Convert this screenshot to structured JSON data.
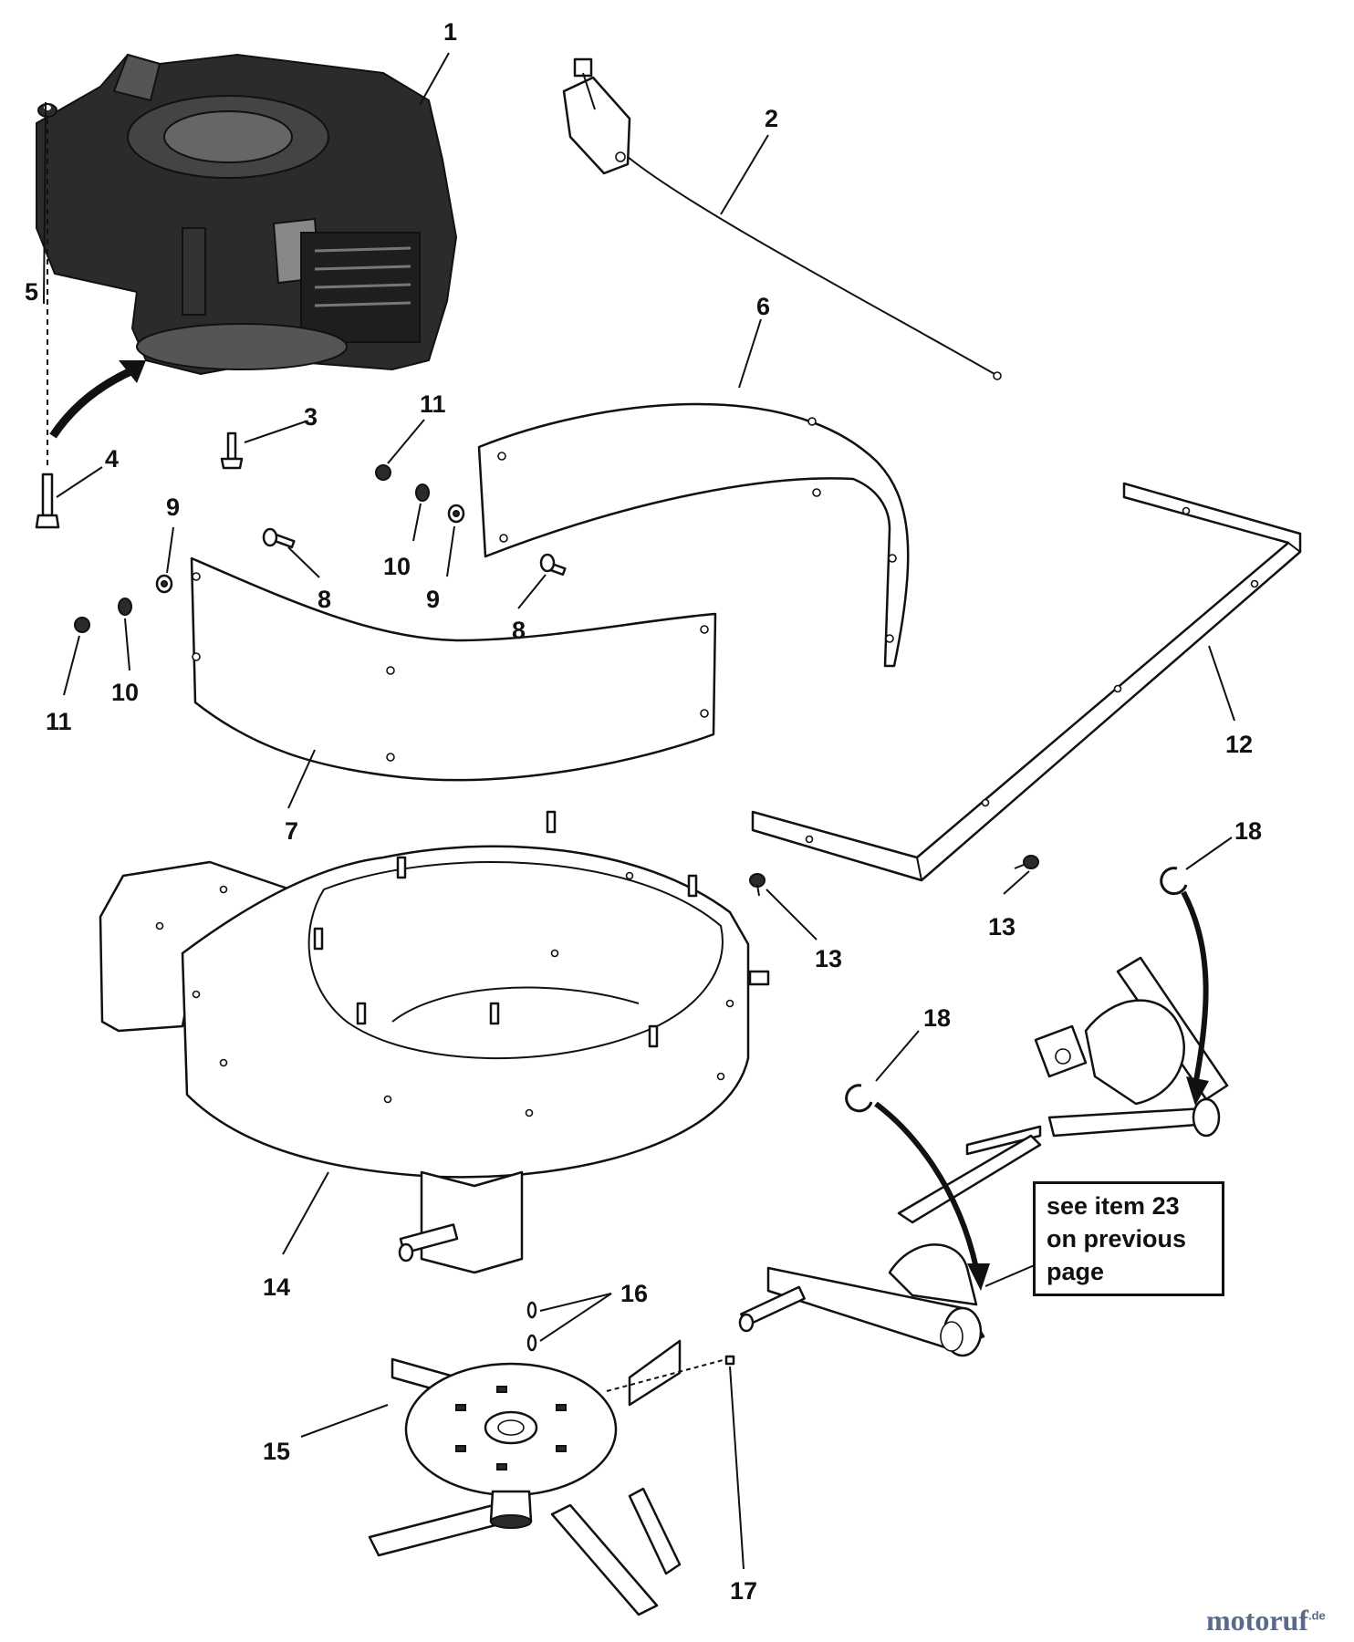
{
  "callouts": [
    {
      "id": "1",
      "label": "1"
    },
    {
      "id": "2",
      "label": "2"
    },
    {
      "id": "3",
      "label": "3"
    },
    {
      "id": "4",
      "label": "4"
    },
    {
      "id": "5",
      "label": "5"
    },
    {
      "id": "6",
      "label": "6"
    },
    {
      "id": "7",
      "label": "7"
    },
    {
      "id": "8a",
      "label": "8"
    },
    {
      "id": "8b",
      "label": "8"
    },
    {
      "id": "9a",
      "label": "9"
    },
    {
      "id": "9b",
      "label": "9"
    },
    {
      "id": "10a",
      "label": "10"
    },
    {
      "id": "10b",
      "label": "10"
    },
    {
      "id": "11a",
      "label": "11"
    },
    {
      "id": "11b",
      "label": "11"
    },
    {
      "id": "12",
      "label": "12"
    },
    {
      "id": "13a",
      "label": "13"
    },
    {
      "id": "13b",
      "label": "13"
    },
    {
      "id": "14",
      "label": "14"
    },
    {
      "id": "15",
      "label": "15"
    },
    {
      "id": "16",
      "label": "16"
    },
    {
      "id": "17",
      "label": "17"
    },
    {
      "id": "18a",
      "label": "18"
    },
    {
      "id": "18b",
      "label": "18"
    }
  ],
  "note": {
    "line1": "see item 23",
    "line2": "on previous",
    "line3": "page"
  },
  "watermark": {
    "brand": "motoruf",
    "suffix": ".de"
  }
}
